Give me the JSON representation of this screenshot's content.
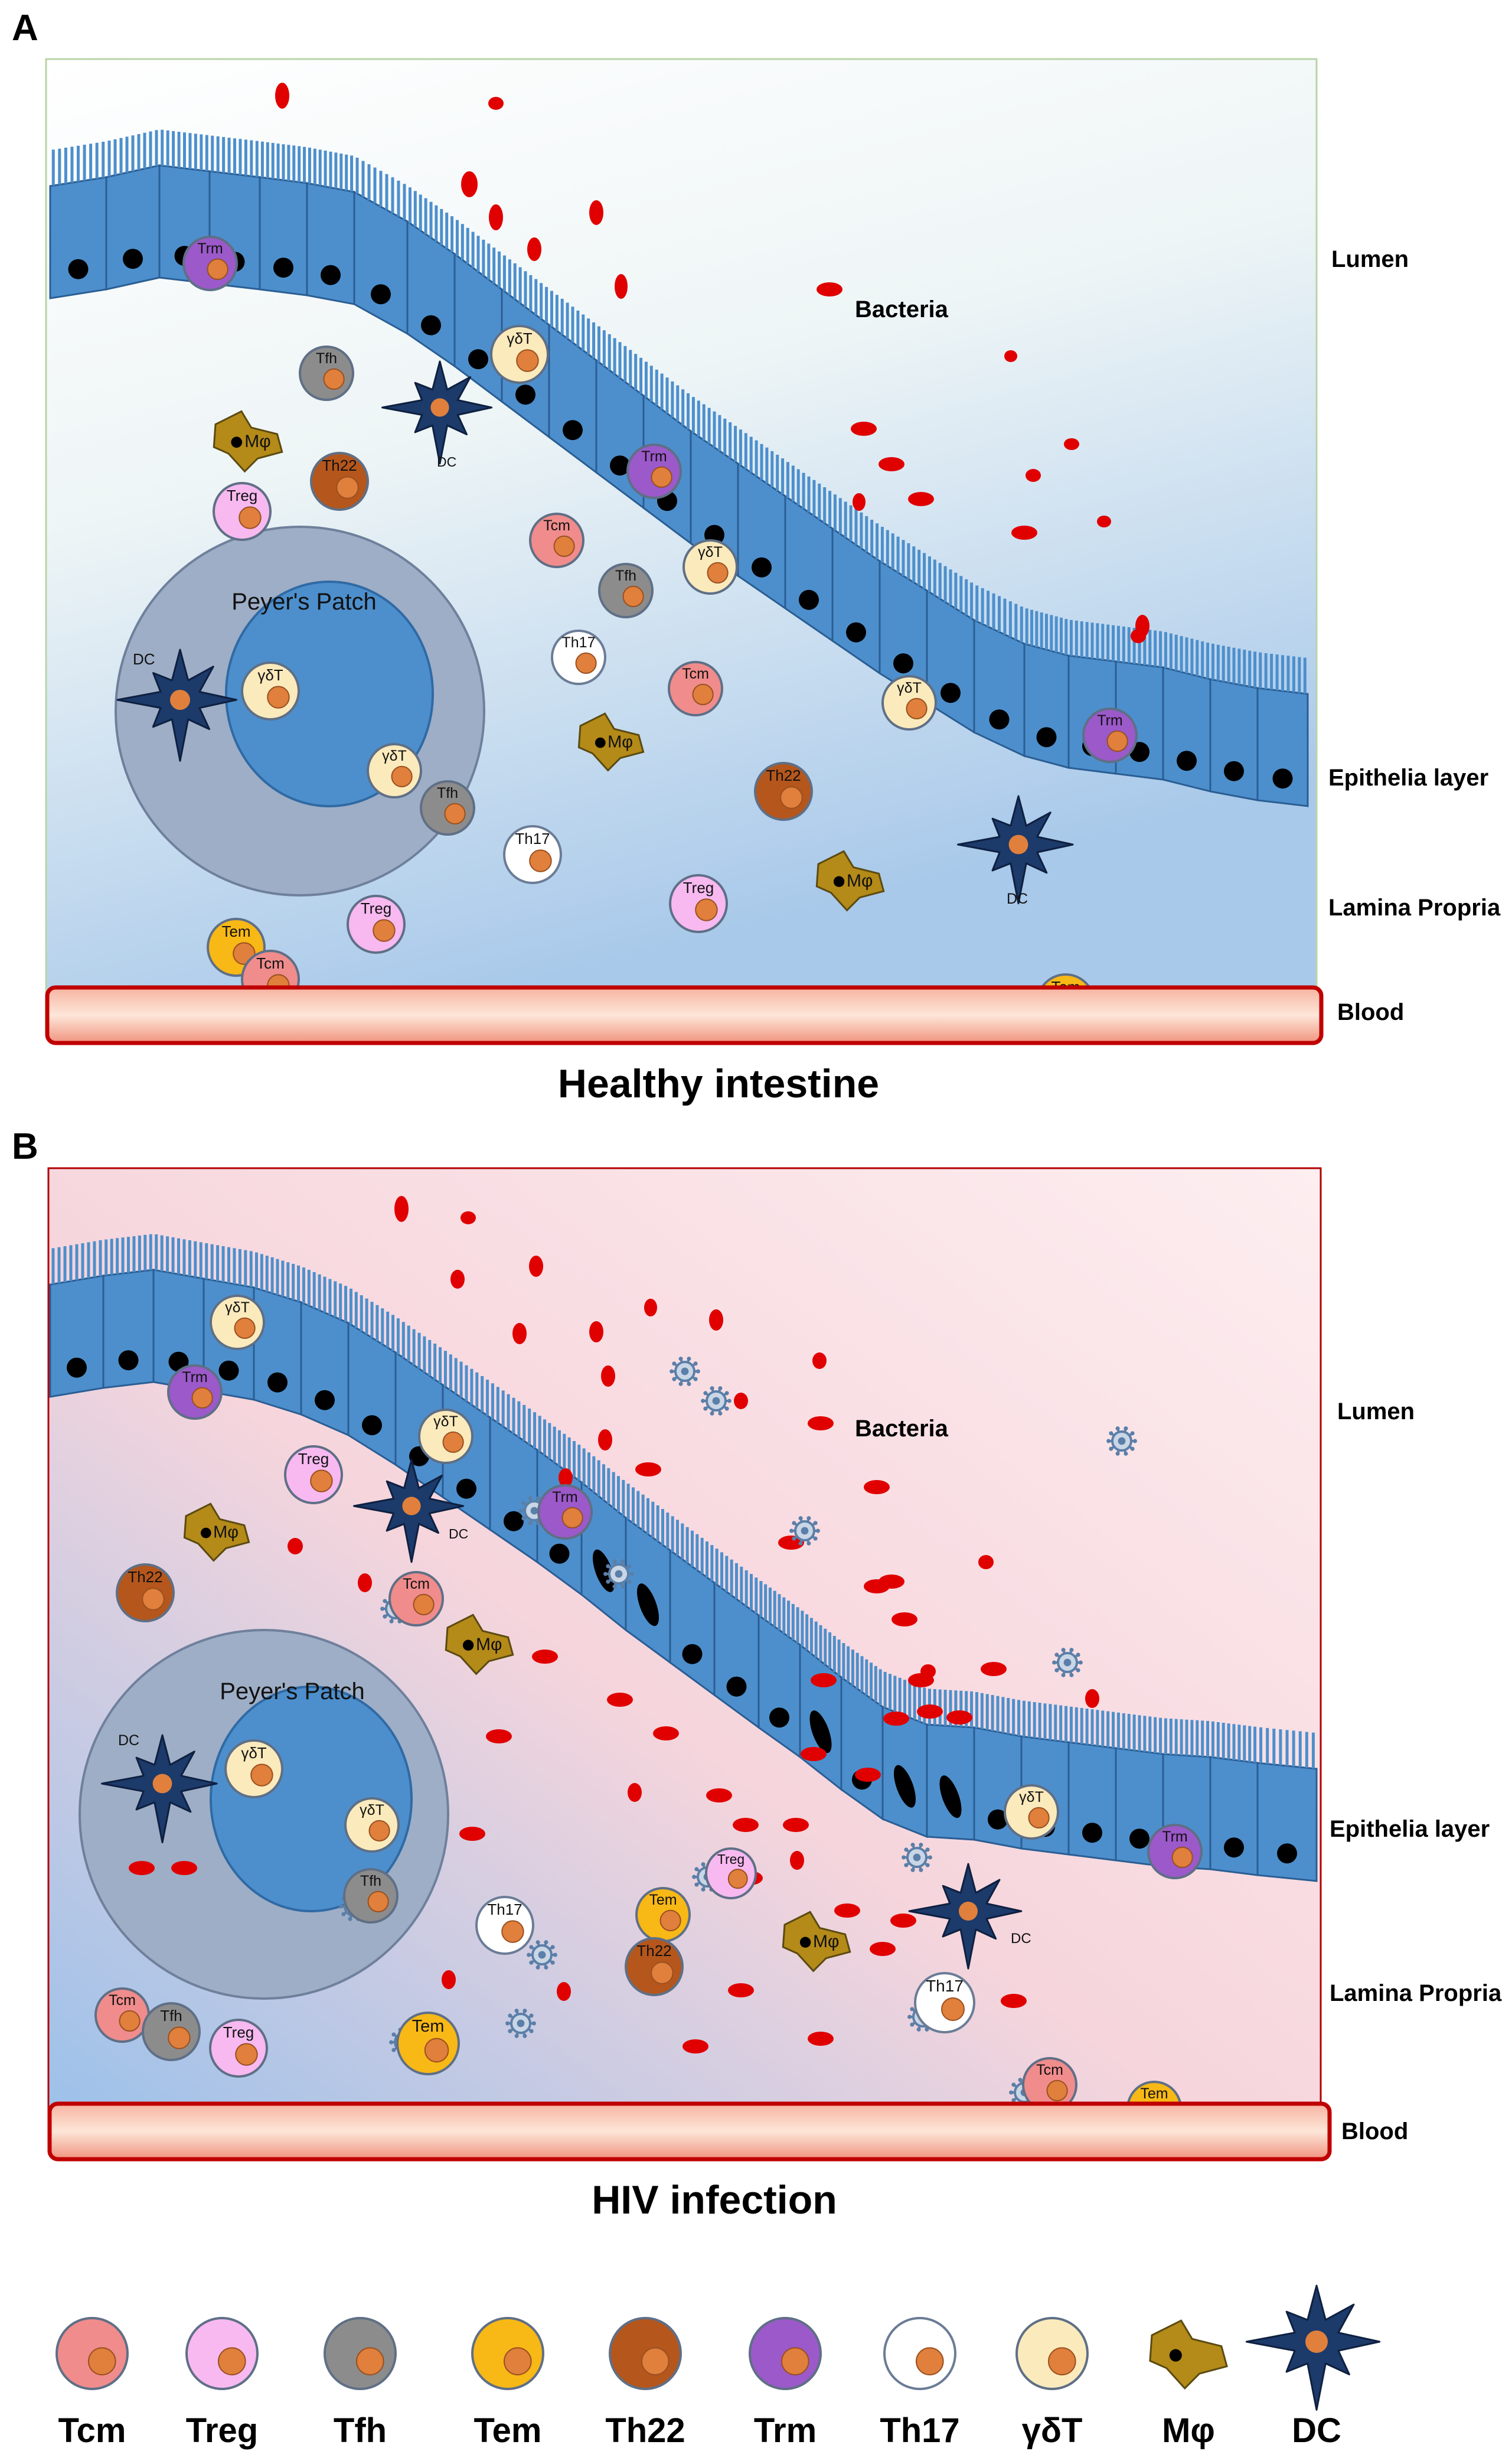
{
  "panels": [
    {
      "letter": "A",
      "caption": "Healthy intestine",
      "side_labels": {
        "lumen": "Lumen",
        "bacteria": "Bacteria",
        "epithelia": "Epithelia layer",
        "lamina": "Lamina Propria",
        "blood": "Blood"
      },
      "peyers_patch": "Peyer's Patch",
      "cells": [
        {
          "type": "Trm",
          "label": "Trm"
        },
        {
          "type": "Tfh",
          "label": "Tfh"
        },
        {
          "type": "gdT",
          "label": "γδT"
        },
        {
          "type": "DC",
          "label": "DC"
        },
        {
          "type": "Mphi",
          "label": "Mφ"
        },
        {
          "type": "Th22",
          "label": "Th22"
        },
        {
          "type": "Treg",
          "label": "Treg"
        },
        {
          "type": "Trm",
          "label": "Trm"
        },
        {
          "type": "Tcm",
          "label": "Tcm"
        },
        {
          "type": "Tfh",
          "label": "Tfh"
        },
        {
          "type": "gdT",
          "label": "γδT"
        },
        {
          "type": "Th17",
          "label": "Th17"
        },
        {
          "type": "Tcm",
          "label": "Tcm"
        },
        {
          "type": "gdT",
          "label": "γδT"
        },
        {
          "type": "Trm",
          "label": "Trm"
        },
        {
          "type": "Mphi",
          "label": "Mφ"
        },
        {
          "type": "Th22",
          "label": "Th22"
        },
        {
          "type": "DC",
          "label": "DC"
        },
        {
          "type": "Mphi",
          "label": "Mφ"
        },
        {
          "type": "Th17",
          "label": "Th17"
        },
        {
          "type": "Treg",
          "label": "Treg"
        },
        {
          "type": "Treg",
          "label": "Treg"
        },
        {
          "type": "Tem",
          "label": "Tem"
        },
        {
          "type": "Tcm",
          "label": "Tcm"
        },
        {
          "type": "Tem",
          "label": "Tem"
        },
        {
          "type": "DC",
          "label": "DC"
        },
        {
          "type": "gdT",
          "label": "γδT"
        },
        {
          "type": "gdT",
          "label": "γδT"
        },
        {
          "type": "Tfh",
          "label": "Tfh"
        }
      ]
    },
    {
      "letter": "B",
      "caption": "HIV infection",
      "side_labels": {
        "lumen": "Lumen",
        "bacteria": "Bacteria",
        "epithelia": "Epithelia layer",
        "lamina": "Lamina Propria",
        "blood": "Blood"
      },
      "peyers_patch": "Peyer's Patch",
      "cells": [
        {
          "type": "gdT",
          "label": "γδT"
        },
        {
          "type": "Trm",
          "label": "Trm"
        },
        {
          "type": "gdT",
          "label": "γδT"
        },
        {
          "type": "Treg",
          "label": "Treg"
        },
        {
          "type": "DC",
          "label": "DC"
        },
        {
          "type": "Mphi",
          "label": "Mφ"
        },
        {
          "type": "Trm",
          "label": "Trm"
        },
        {
          "type": "Th22",
          "label": "Th22"
        },
        {
          "type": "Tcm",
          "label": "Tcm"
        },
        {
          "type": "Mphi",
          "label": "Mφ"
        },
        {
          "type": "gdT",
          "label": "γδT"
        },
        {
          "type": "Trm",
          "label": "Trm"
        },
        {
          "type": "Treg",
          "label": "Treg"
        },
        {
          "type": "DC",
          "label": "DC"
        },
        {
          "type": "Mphi",
          "label": "Mφ"
        },
        {
          "type": "Th17",
          "label": "Th17"
        },
        {
          "type": "Tem",
          "label": "Tem"
        },
        {
          "type": "Th22",
          "label": "Th22"
        },
        {
          "type": "Th17",
          "label": "Th17"
        },
        {
          "type": "Tcm",
          "label": "Tcm"
        },
        {
          "type": "Tfh",
          "label": "Tfh"
        },
        {
          "type": "Treg",
          "label": "Treg"
        },
        {
          "type": "Tem",
          "label": "Tem"
        },
        {
          "type": "Tcm",
          "label": "Tcm"
        },
        {
          "type": "Tem",
          "label": "Tem"
        },
        {
          "type": "DC",
          "label": "DC"
        },
        {
          "type": "gdT",
          "label": "γδT"
        },
        {
          "type": "gdT",
          "label": "γδT"
        },
        {
          "type": "Tfh",
          "label": "Tfh"
        }
      ]
    }
  ],
  "legend": [
    {
      "type": "Tcm",
      "label": "Tcm"
    },
    {
      "type": "Treg",
      "label": "Treg"
    },
    {
      "type": "Tfh",
      "label": "Tfh"
    },
    {
      "type": "Tem",
      "label": "Tem"
    },
    {
      "type": "Th22",
      "label": "Th22"
    },
    {
      "type": "Trm",
      "label": "Trm"
    },
    {
      "type": "Th17",
      "label": "Th17"
    },
    {
      "type": "gdT",
      "label": "γδT"
    },
    {
      "type": "Mphi",
      "label": "Mφ"
    },
    {
      "type": "DC",
      "label": "DC"
    }
  ],
  "colors": {
    "Tcm": "#f08c8c",
    "Treg": "#f7b9f0",
    "Tfh": "#8c8c8c",
    "Tem": "#f8b816",
    "Th22": "#b5561c",
    "Trm": "#9b59c9",
    "Th17": "#ffffff",
    "gdT": "#fbeabc",
    "Mphi": "#b48a18",
    "DC": "#1c3a6a",
    "nucleus": "#e0803c",
    "epithelium": "#4d8fcc",
    "bacteria": "#e00000",
    "virus": "#5b7fa8",
    "blood": "#f7b8a4",
    "blood_border": "#c00000"
  },
  "icons": [
    "dendritic-cell-icon",
    "macrophage-icon",
    "hiv-virion-icon",
    "bacteria-icon"
  ]
}
